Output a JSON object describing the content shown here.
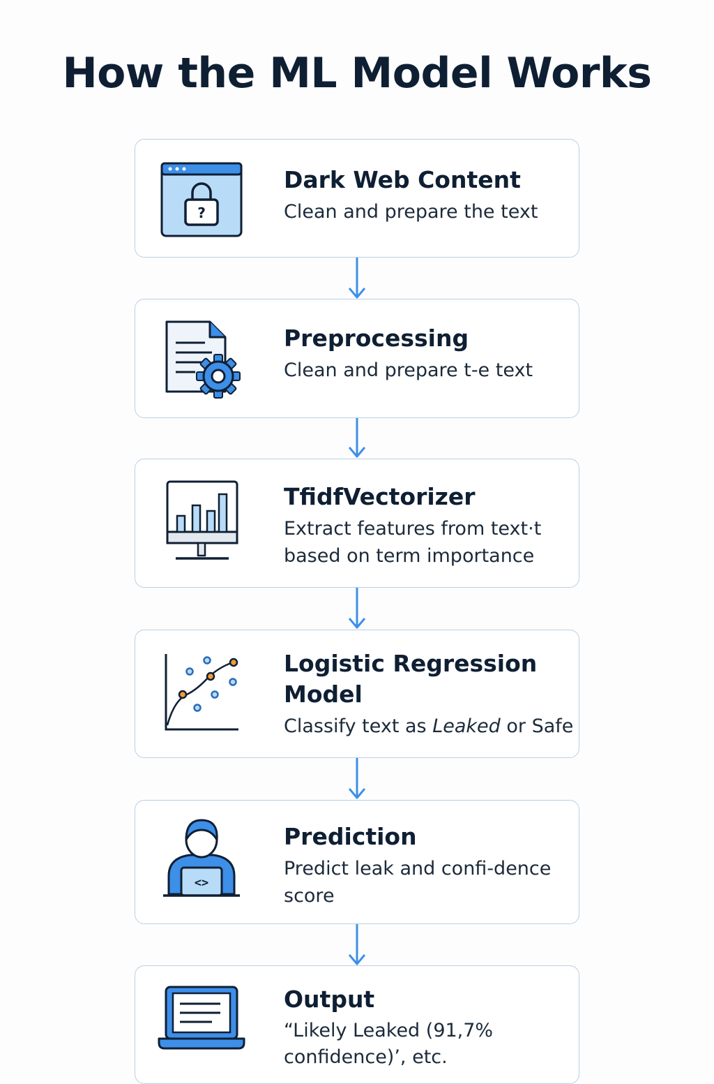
{
  "page": {
    "title": "How the ML Model Works"
  },
  "steps": [
    {
      "icon": "browser-lock-icon",
      "heading": "Dark Web Content",
      "description": "Clean and prepare the text"
    },
    {
      "icon": "document-gear-icon",
      "heading": "Preprocessing",
      "description": "Clean and prepare t-e text"
    },
    {
      "icon": "bar-chart-monitor-icon",
      "heading": "TfidfVectorizer",
      "description": "Extract features  from text·t based on term importance"
    },
    {
      "icon": "scatter-plot-icon",
      "heading": "Logistic Regression Model",
      "description_parts": {
        "before": "Classify text as ",
        "emphasis": "Leaked",
        "after": " or Safe"
      }
    },
    {
      "icon": "developer-laptop-icon",
      "heading": "Prediction",
      "description": "Predict leak and confi-dence score"
    },
    {
      "icon": "laptop-document-icon",
      "heading": "Output",
      "description": "“Likely Leaked (91,7% confidence)’, etc."
    }
  ],
  "colors": {
    "accent": "#3d8fe8",
    "accent_light": "#b8dcf8",
    "outline": "#0f1f33",
    "card_border": "#b9cfe6",
    "highlight": "#f29a3a"
  }
}
